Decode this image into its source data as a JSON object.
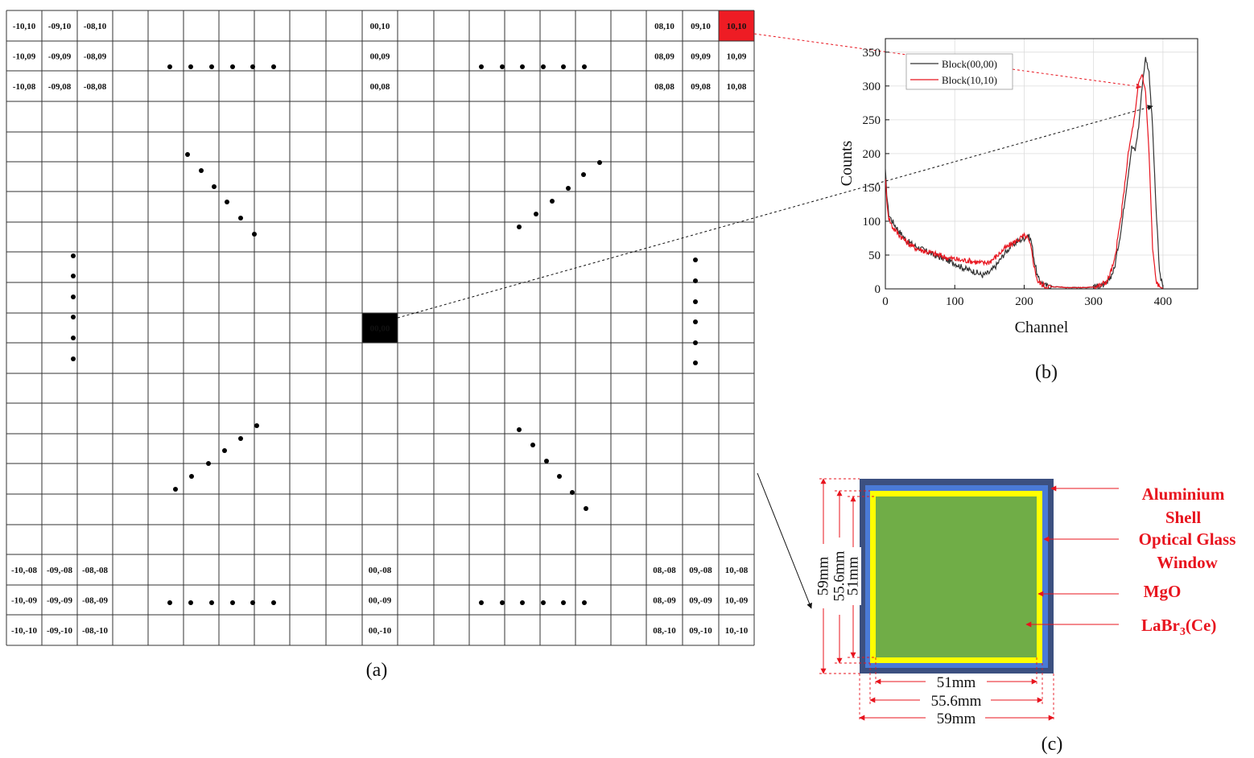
{
  "panel_a": {
    "caption": "(a)",
    "labels": {
      "-10,10": "-10,10",
      "-09,10": "-09,10",
      "-08,10": "-08,10",
      "00,10": "00,10",
      "08,10": "08,10",
      "09,10": "09,10",
      "10,10": "10,10",
      "-10,09": "-10,09",
      "-09,09": "-09,09",
      "-08,09": "-08,09",
      "00,09": "00,09",
      "08,09": "08,09",
      "09,09": "09,09",
      "10,09": "10,09",
      "-10,08": "-10,08",
      "-09,08": "-09,08",
      "-08,08": "-08,08",
      "00,08": "00,08",
      "08,08": "08,08",
      "09,08": "09,08",
      "10,08": "10,08",
      "00,00": "00,00",
      "-10,-08": "-10,-08",
      "-09,-08": "-09,-08",
      "-08,-08": "-08,-08",
      "00,-08": "00,-08",
      "08,-08": "08,-08",
      "09,-08": "09,-08",
      "10,-08": "10,-08",
      "-10,-09": "-10,-09",
      "-09,-09": "-09,-09",
      "-08,-09": "-08,-09",
      "00,-09": "00,-09",
      "08,-09": "08,-09",
      "09,-09": "09,-09",
      "10,-09": "10,-09",
      "-10,-10": "-10,-10",
      "-09,-10": "-09,-10",
      "-08,-10": "-08,-10",
      "00,-10": "00,-10",
      "08,-10": "08,-10",
      "09,-10": "09,-10",
      "10,-10": "10,-10"
    },
    "highlight_red_cell": "10,10",
    "highlight_black_cell": "00,00",
    "colors": {
      "red_cell": "#ee1c24",
      "black_cell": "#000000"
    }
  },
  "chart_data": {
    "type": "line",
    "caption": "(b)",
    "xlabel": "Channel",
    "ylabel": "Counts",
    "xlim": [
      0,
      450
    ],
    "ylim": [
      0,
      370
    ],
    "xticks": [
      0,
      100,
      200,
      300,
      400
    ],
    "yticks": [
      0,
      50,
      100,
      150,
      200,
      250,
      300,
      350
    ],
    "grid": true,
    "legend_position": "top-left",
    "series": [
      {
        "name": "Block(00,00)",
        "color": "#333333",
        "x": [
          0,
          2,
          5,
          10,
          20,
          30,
          40,
          50,
          60,
          70,
          80,
          90,
          100,
          110,
          120,
          130,
          140,
          150,
          160,
          170,
          180,
          190,
          200,
          205,
          210,
          215,
          220,
          230,
          240,
          250,
          260,
          270,
          280,
          290,
          300,
          310,
          320,
          330,
          340,
          350,
          355,
          360,
          365,
          370,
          375,
          380,
          385,
          390,
          395,
          400
        ],
        "y": [
          175,
          140,
          110,
          100,
          85,
          72,
          65,
          60,
          55,
          50,
          46,
          42,
          38,
          32,
          28,
          25,
          20,
          24,
          35,
          50,
          62,
          70,
          75,
          80,
          72,
          40,
          15,
          5,
          3,
          3,
          2,
          2,
          2,
          2,
          3,
          4,
          8,
          30,
          90,
          170,
          210,
          205,
          240,
          300,
          342,
          320,
          240,
          120,
          25,
          2
        ]
      },
      {
        "name": "Block(10,10)",
        "color": "#e8141e",
        "x": [
          0,
          2,
          5,
          10,
          20,
          30,
          40,
          50,
          60,
          70,
          80,
          90,
          100,
          110,
          120,
          130,
          140,
          150,
          160,
          170,
          180,
          190,
          200,
          205,
          210,
          215,
          220,
          230,
          240,
          250,
          260,
          270,
          280,
          290,
          300,
          310,
          320,
          330,
          340,
          350,
          355,
          360,
          365,
          370,
          375,
          380,
          385,
          390,
          395,
          400
        ],
        "y": [
          165,
          130,
          105,
          92,
          80,
          70,
          62,
          58,
          55,
          52,
          49,
          46,
          44,
          42,
          42,
          40,
          38,
          40,
          48,
          58,
          65,
          72,
          78,
          75,
          60,
          30,
          10,
          4,
          3,
          3,
          2,
          2,
          2,
          2,
          3,
          5,
          12,
          40,
          110,
          200,
          230,
          260,
          305,
          318,
          290,
          200,
          60,
          12,
          3,
          1
        ]
      }
    ]
  },
  "panel_c": {
    "caption": "(c)",
    "colors": {
      "shell": "#3c5080",
      "window": "#4a7ad6",
      "mgo": "#ffff00",
      "crystal": "#70ad47",
      "callout": "#e8141e"
    },
    "callouts": {
      "aluminium_1": "Aluminium",
      "aluminium_2": "Shell",
      "glass_1": "Optical Glass",
      "glass_2": "Window",
      "mgo": "MgO",
      "labr_main": "LaBr",
      "labr_sub": "3",
      "labr_tail": "(Ce)"
    },
    "dims": {
      "h_inner": "51mm",
      "h_mid": "55.6mm",
      "h_outer": "59mm",
      "v_outer": "59mm",
      "v_mid": "55.6mm",
      "v_inner": "51mm"
    }
  }
}
